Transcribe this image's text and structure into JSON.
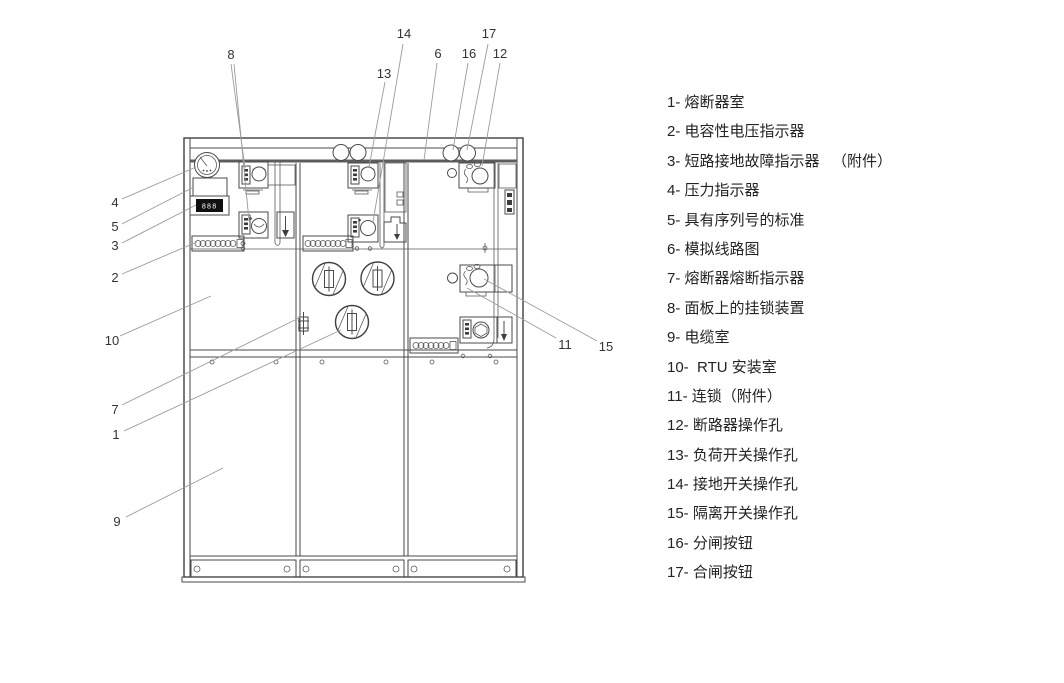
{
  "diagram": {
    "display_value": "888",
    "line_color": "#4a4a4a",
    "mimic_line_color": "#5c5c5c",
    "callouts": {
      "c1": "1",
      "c2": "2",
      "c3": "3",
      "c4": "4",
      "c5": "5",
      "c6": "6",
      "c7": "7",
      "c8": "8",
      "c9": "9",
      "c10": "10",
      "c11": "11",
      "c12": "12",
      "c13": "13",
      "c14": "14",
      "c15": "15",
      "c16": "16",
      "c17": "17"
    }
  },
  "legend": {
    "items": [
      "1- 熔断器室",
      "2- 电容性电压指示器",
      "3- 短路接地故障指示器   （附件）",
      "4- 压力指示器",
      "5- 具有序列号的标准",
      "6- 模拟线路图",
      "7- 熔断器熔断指示器",
      "8- 面板上的挂锁装置",
      "9- 电缆室",
      "10-  RTU 安装室",
      "11- 连锁（附件）",
      "12- 断路器操作孔",
      "13- 负荷开关操作孔",
      "14- 接地开关操作孔",
      "15- 隔离开关操作孔",
      "16- 分闸按钮",
      "17- 合闸按钮"
    ]
  }
}
